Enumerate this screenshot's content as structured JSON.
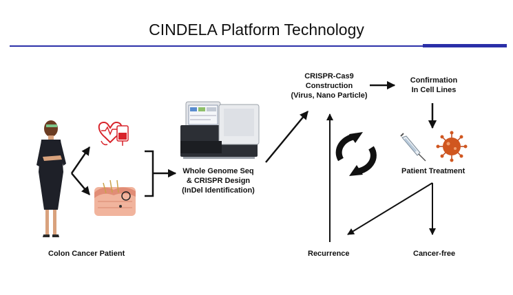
{
  "title": "CINDELA Platform Technology",
  "nodes": {
    "patient": "Colon Cancer Patient",
    "wgs": [
      "Whole Genome Seq",
      "& CRISPR Design",
      "(InDel Identification)"
    ],
    "crispr": [
      "CRISPR-Cas9",
      "Construction",
      "(Virus, Nano Particle)"
    ],
    "confirmation": [
      "Confirmation",
      "In Cell Lines"
    ],
    "treatment": "Patient Treatment",
    "recurrence": "Recurrence",
    "cancer_free": "Cancer-free"
  },
  "colors": {
    "accent": "#2b2fa8",
    "blood": "#d8232a",
    "virus": "#d0561f"
  },
  "icons": [
    "woman-figure",
    "blood-bag-icon",
    "tissue-icon",
    "sequencer-icon",
    "syringe-icon",
    "virus-icon",
    "cycle-arrows-icon"
  ]
}
